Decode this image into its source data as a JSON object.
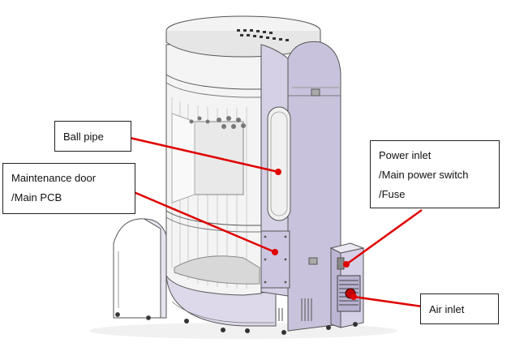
{
  "labels": {
    "ball_pipe": "Ball pipe",
    "maintenance_door": [
      "Maintenance door",
      "/Main PCB"
    ],
    "power_inlet": [
      "Power inlet",
      "/Main power switch",
      "/Fuse"
    ],
    "air_inlet": "Air inlet"
  },
  "colors": {
    "leader_line": "#e00000",
    "body_panel": "#c9c2dc",
    "panel_dark": "#b6aecf",
    "outline": "#555555",
    "glass": "#eeeeee"
  }
}
